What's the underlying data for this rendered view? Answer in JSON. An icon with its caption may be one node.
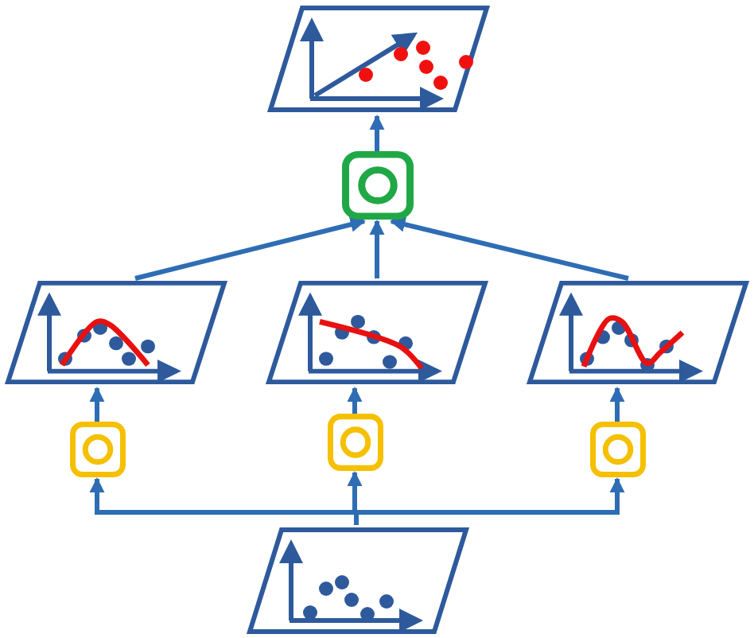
{
  "diagram": {
    "nodes": [
      {
        "text": [],
        "shape": "picture"
      },
      {
        "text": [],
        "shape": "box"
      },
      {
        "text": [],
        "shape": "picture"
      },
      {
        "text": [],
        "shape": "picture"
      },
      {
        "text": [],
        "shape": "picture"
      },
      {
        "text": [],
        "shape": "box"
      },
      {
        "text": [],
        "shape": "box"
      },
      {
        "text": [],
        "shape": "box"
      },
      {
        "text": [],
        "shape": "picture"
      }
    ],
    "edges": [
      {
        "from": 8,
        "to": 5,
        "arrow": "to"
      },
      {
        "from": 8,
        "to": 6,
        "arrow": "to"
      },
      {
        "from": 8,
        "to": 7,
        "arrow": "to"
      },
      {
        "from": 5,
        "to": 2,
        "arrow": "to"
      },
      {
        "from": 6,
        "to": 3,
        "arrow": "to"
      },
      {
        "from": 7,
        "to": 4,
        "arrow": "to"
      },
      {
        "from": 2,
        "to": 1,
        "arrow": "to"
      },
      {
        "from": 3,
        "to": 1,
        "arrow": "to"
      },
      {
        "from": 4,
        "to": 1,
        "arrow": "to"
      },
      {
        "from": 1,
        "to": 0,
        "arrow": "to"
      }
    ]
  }
}
